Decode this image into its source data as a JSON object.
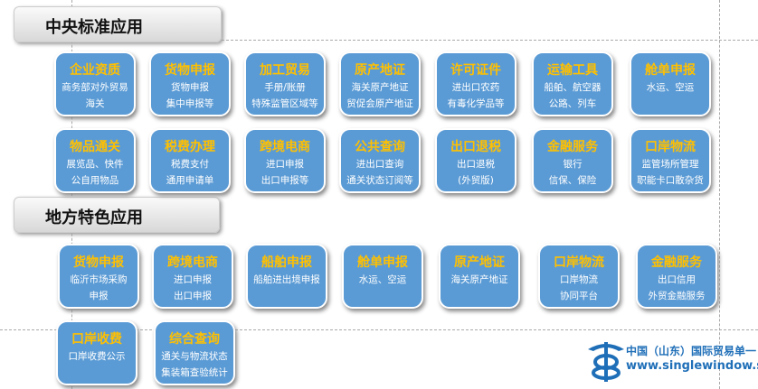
{
  "central": {
    "title": "中央标准应用",
    "tiles": [
      {
        "title": "企业资质",
        "lines": [
          "商务部对外贸易",
          "海关"
        ]
      },
      {
        "title": "货物申报",
        "lines": [
          "货物申报",
          "集中申报等"
        ]
      },
      {
        "title": "加工贸易",
        "lines": [
          "手册/账册",
          "特殊监管区域等"
        ]
      },
      {
        "title": "原产地证",
        "lines": [
          "海关原产地证",
          "贸促会原产地证"
        ]
      },
      {
        "title": "许可证件",
        "lines": [
          "进出口农药",
          "有毒化学品等"
        ]
      },
      {
        "title": "运输工具",
        "lines": [
          "船舶、航空器",
          "公路、列车"
        ]
      },
      {
        "title": "舱单申报",
        "lines": [
          "水运、空运",
          ""
        ]
      },
      {
        "title": "物品通关",
        "lines": [
          "展览品、快件",
          "公自用物品"
        ]
      },
      {
        "title": "税费办理",
        "lines": [
          "税费支付",
          "通用申请单"
        ]
      },
      {
        "title": "跨境电商",
        "lines": [
          "进口申报",
          "出口申报等"
        ]
      },
      {
        "title": "公共查询",
        "lines": [
          "进出口查询",
          "通关状态订阅等"
        ]
      },
      {
        "title": "出口退税",
        "lines": [
          "出口退税",
          "(外贸版)"
        ]
      },
      {
        "title": "金融服务",
        "lines": [
          "银行",
          "信保、保险"
        ]
      },
      {
        "title": "口岸物流",
        "lines": [
          "监管场所管理",
          "职能卡口散杂货"
        ]
      }
    ]
  },
  "local": {
    "title": "地方特色应用",
    "tiles": [
      {
        "title": "货物申报",
        "lines": [
          "临沂市场采购",
          "申报"
        ]
      },
      {
        "title": "跨境电商",
        "lines": [
          "进口申报",
          "出口申报"
        ]
      },
      {
        "title": "船舶申报",
        "lines": [
          "船舶进出境申报",
          ""
        ]
      },
      {
        "title": "舱单申报",
        "lines": [
          "水运、空运",
          ""
        ]
      },
      {
        "title": "原产地证",
        "lines": [
          "海关原产地证",
          ""
        ]
      },
      {
        "title": "口岸物流",
        "lines": [
          "口岸物流",
          "协同平台"
        ]
      },
      {
        "title": "金融服务",
        "lines": [
          "出口信用",
          "外贸金融服务"
        ]
      },
      {
        "title": "口岸收费",
        "lines": [
          "口岸收费公示",
          ""
        ]
      },
      {
        "title": "综合查询",
        "lines": [
          "通关与物流状态",
          "集装箱查验统计"
        ]
      }
    ]
  },
  "footer": {
    "name": "中国（山东）国际贸易单一",
    "url": "www.singlewindow.s"
  }
}
